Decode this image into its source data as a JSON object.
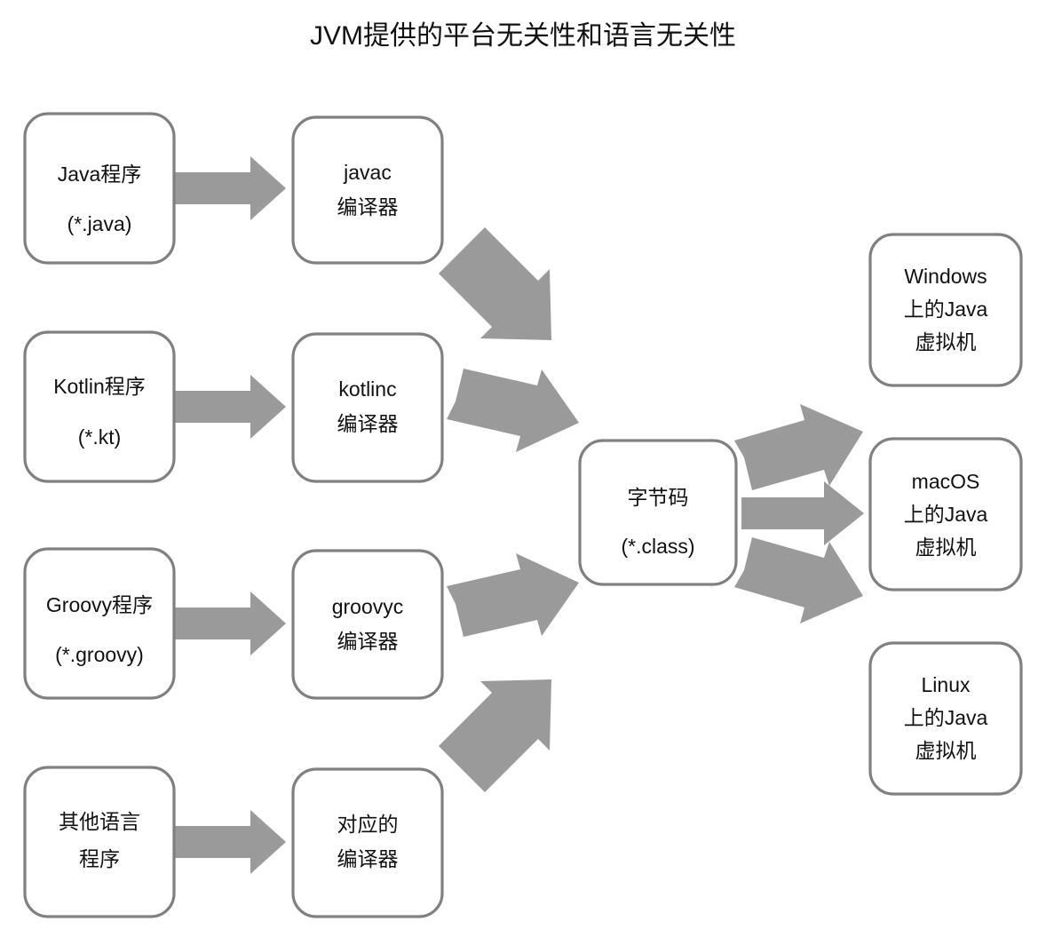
{
  "title": "JVM提供的平台无关性和语言无关性",
  "colors": {
    "box_border": "#808080",
    "box_fill": "#ffffff",
    "arrow": "#9a9a9a",
    "text": "#111111",
    "background": "#ffffff"
  },
  "nodes": {
    "source_programs": [
      {
        "id": "java-program",
        "lines": [
          "Java程序",
          "(*.java)"
        ]
      },
      {
        "id": "kotlin-program",
        "lines": [
          "Kotlin程序",
          "(*.kt)"
        ]
      },
      {
        "id": "groovy-program",
        "lines": [
          "Groovy程序",
          "(*.groovy)"
        ]
      },
      {
        "id": "other-program",
        "lines": [
          "其他语言",
          "程序"
        ]
      }
    ],
    "compilers": [
      {
        "id": "javac-compiler",
        "lines": [
          "javac",
          "编译器"
        ]
      },
      {
        "id": "kotlinc-compiler",
        "lines": [
          "kotlinc",
          "编译器"
        ]
      },
      {
        "id": "groovyc-compiler",
        "lines": [
          "groovyc",
          "编译器"
        ]
      },
      {
        "id": "other-compiler",
        "lines": [
          "对应的",
          "编译器"
        ]
      }
    ],
    "bytecode": {
      "id": "bytecode",
      "lines": [
        "字节码",
        "(*.class)"
      ]
    },
    "virtual_machines": [
      {
        "id": "windows-jvm",
        "lines": [
          "Windows",
          "上的Java",
          "虚拟机"
        ]
      },
      {
        "id": "macos-jvm",
        "lines": [
          "macOS",
          "上的Java",
          "虚拟机"
        ]
      },
      {
        "id": "linux-jvm",
        "lines": [
          "Linux",
          "上的Java",
          "虚拟机"
        ]
      }
    ]
  },
  "edges": [
    {
      "id": "java-to-javac",
      "from": "java-program",
      "to": "javac-compiler",
      "direction": "right"
    },
    {
      "id": "kotlin-to-kotlinc",
      "from": "kotlin-program",
      "to": "kotlinc-compiler",
      "direction": "right"
    },
    {
      "id": "groovy-to-groovyc",
      "from": "groovy-program",
      "to": "groovyc-compiler",
      "direction": "right"
    },
    {
      "id": "other-to-othercompiler",
      "from": "other-program",
      "to": "other-compiler",
      "direction": "right"
    },
    {
      "id": "javac-to-bytecode",
      "from": "javac-compiler",
      "to": "bytecode",
      "direction": "down-right"
    },
    {
      "id": "kotlinc-to-bytecode",
      "from": "kotlinc-compiler",
      "to": "bytecode",
      "direction": "down-right"
    },
    {
      "id": "groovyc-to-bytecode",
      "from": "groovyc-compiler",
      "to": "bytecode",
      "direction": "up-right"
    },
    {
      "id": "othercompiler-to-bytecode",
      "from": "other-compiler",
      "to": "bytecode",
      "direction": "up-right"
    },
    {
      "id": "bytecode-to-windows",
      "from": "bytecode",
      "to": "windows-jvm",
      "direction": "up-right"
    },
    {
      "id": "bytecode-to-macos",
      "from": "bytecode",
      "to": "macos-jvm",
      "direction": "right"
    },
    {
      "id": "bytecode-to-linux",
      "from": "bytecode",
      "to": "linux-jvm",
      "direction": "down-right"
    }
  ]
}
